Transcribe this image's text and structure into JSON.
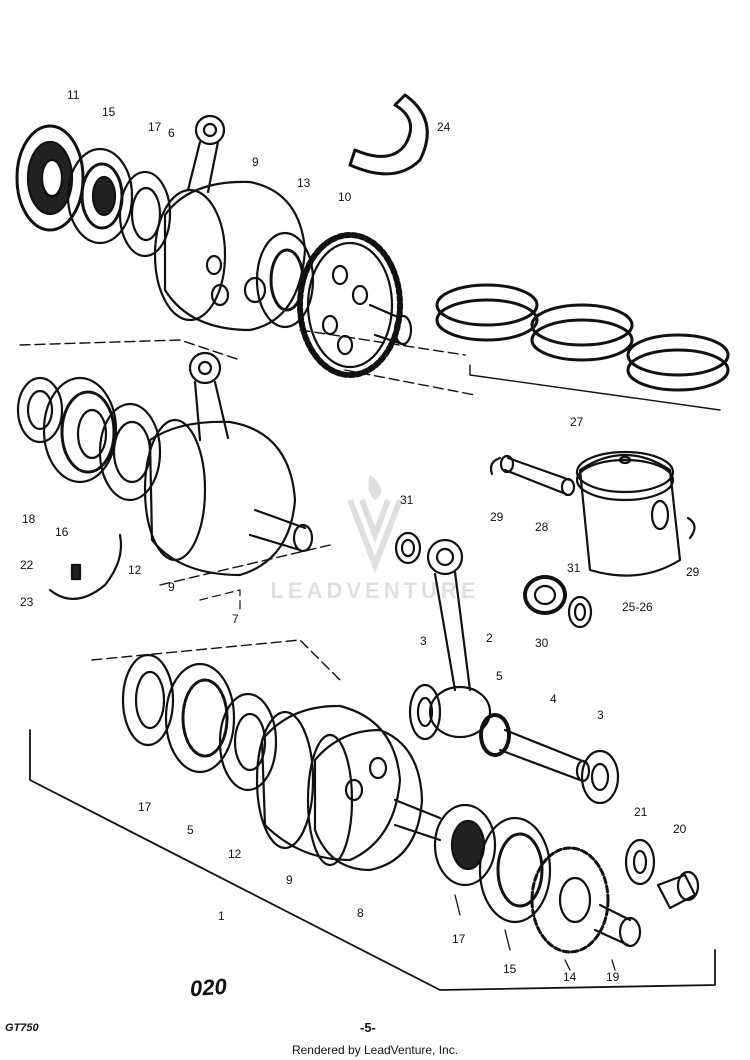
{
  "diagram": {
    "code": "020",
    "model": "GT750",
    "page": "-5-",
    "footer": "Rendered by LeadVenture, Inc.",
    "watermark": "LEADVENTURE",
    "labels": {
      "l11": "11",
      "l15a": "15",
      "l17a": "17",
      "l6": "6",
      "l9a": "9",
      "l13": "13",
      "l10": "10",
      "l24": "24",
      "l18": "18",
      "l16": "16",
      "l12a": "12",
      "l9b": "9",
      "l7": "7",
      "l22": "22",
      "l23": "23",
      "l27": "27",
      "l29a": "29",
      "l28": "28",
      "l29b": "29",
      "l31a": "31",
      "l31b": "31",
      "l25_26": "25-26",
      "l30": "30",
      "l3a": "3",
      "l2": "2",
      "l5a": "5",
      "l4": "4",
      "l3b": "3",
      "l17b": "17",
      "l5b": "5",
      "l12b": "12",
      "l9c": "9",
      "l8": "8",
      "l1": "1",
      "l21": "21",
      "l20": "20",
      "l17c": "17",
      "l15b": "15",
      "l14": "14",
      "l19": "19"
    }
  }
}
